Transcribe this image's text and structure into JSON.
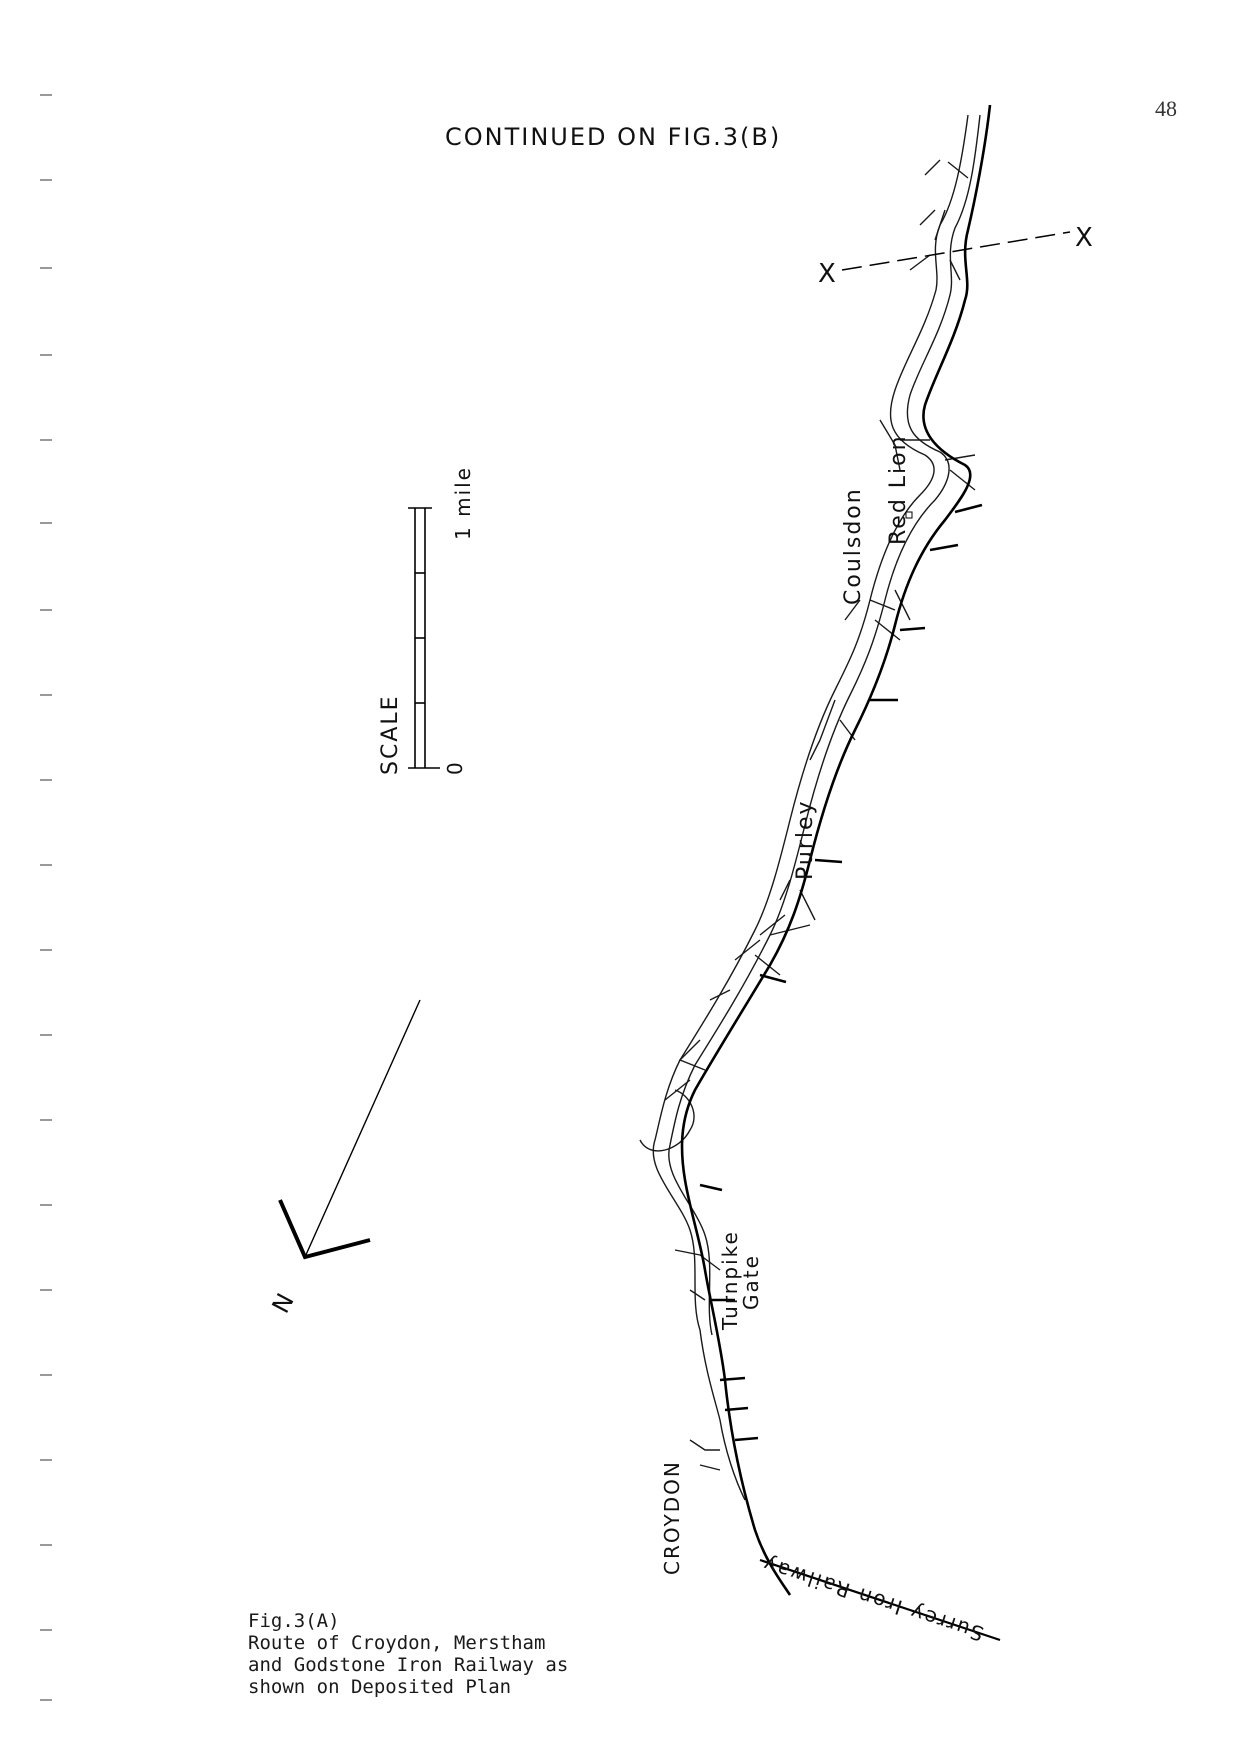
{
  "page": {
    "number": "48"
  },
  "header": {
    "continued_text": "CONTINUED ON FIG.3(B)"
  },
  "places": {
    "coulsdon": "Coulsdon",
    "red_lion": "Red Lion",
    "purley": "Purley",
    "turnpike": "Turnpike",
    "gate": "Gate",
    "croydon": "CROYDON",
    "surrey_iron_railway": "Surrey Iron Railway"
  },
  "section_markers": {
    "left": "X",
    "right": "X"
  },
  "scale": {
    "title": "SCALE",
    "start": "0",
    "end": "1 mile"
  },
  "north_arrow": {
    "label": "N"
  },
  "caption": {
    "line1": "Fig.3(A)",
    "line2": "Route of Croydon, Merstham",
    "line3": "and Godstone Iron Railway as",
    "line4": "shown on Deposited Plan"
  },
  "colors": {
    "ink": "#111111",
    "paper": "#ffffff"
  }
}
